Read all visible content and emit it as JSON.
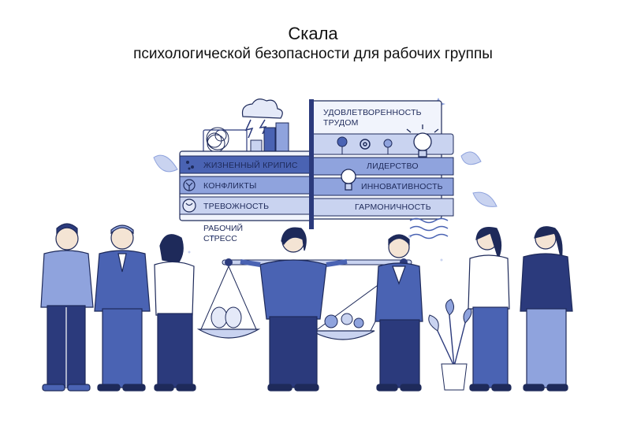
{
  "title": {
    "line1": "Скала",
    "line2": "психологической безопасности для рабочих группы"
  },
  "board": {
    "left_items": [
      "ЖИЗНЕННЫЙ КРИПИС",
      "КОНФЛИКТЫ",
      "ТРЕВОЖНОСТЬ"
    ],
    "right_header_line1": "УДОВЛЕТВОРЕННОСТЬ",
    "right_header_line2": "ТРУДОМ",
    "right_items": [
      "ЛИДЕРСТВО",
      "ИННОВАТИВНОСТЬ",
      "ГАРМОНИЧНОСТЬ"
    ],
    "stress_line1": "РАБОЧИЙ",
    "stress_line2": "СТРЕСС"
  },
  "colors": {
    "navy": "#2b3a7c",
    "blue": "#4a63b3",
    "light_blue": "#8fa3dd",
    "pale": "#c9d3f0",
    "outline": "#1e2a5a"
  },
  "icons": [
    "storm-cloud-icon",
    "city-icon",
    "tangled-scribble-icon",
    "flower-icon",
    "gear-icon",
    "lightbulb-icon",
    "masks-icon",
    "brain-icon",
    "leaf-icon",
    "plant-icon"
  ]
}
